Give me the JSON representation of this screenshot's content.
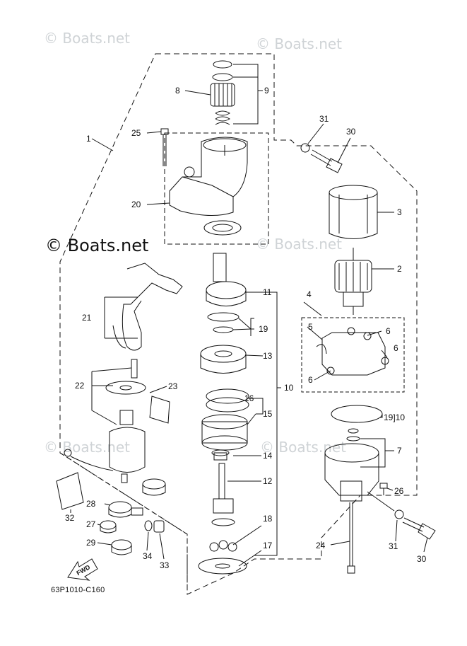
{
  "watermarks": {
    "top_left": "© Boats.net",
    "top_right": "© Boats.net",
    "main": "© Boats.net",
    "center": "© Boats.net",
    "lower_left": "© Boats.net",
    "lower_right": "© Boats.net"
  },
  "diagram": {
    "code": "63P1010-C160",
    "fwd_label": "FWD",
    "callouts": {
      "c1": "1",
      "c2": "2",
      "c3": "3",
      "c4": "4",
      "c5": "5",
      "c6a": "6",
      "c6b": "6",
      "c6c": "6",
      "c7": "7",
      "c8": "8",
      "c9": "9",
      "c10a": "10",
      "c10b": "19]10",
      "c11": "11",
      "c12": "12",
      "c13": "13",
      "c14": "14",
      "c15": "15",
      "c16": "16",
      "c17": "17",
      "c18": "18",
      "c19": "19",
      "c20": "20",
      "c21": "21",
      "c22": "22",
      "c23": "23",
      "c24": "24",
      "c25": "25",
      "c26": "26",
      "c27": "27",
      "c28": "28",
      "c29": "29",
      "c30a": "30",
      "c30b": "30",
      "c31a": "31",
      "c31b": "31",
      "c32": "32",
      "c33": "33",
      "c34": "34"
    }
  },
  "colors": {
    "line": "#111111",
    "watermark": "#cfd3d6",
    "background": "#ffffff"
  }
}
